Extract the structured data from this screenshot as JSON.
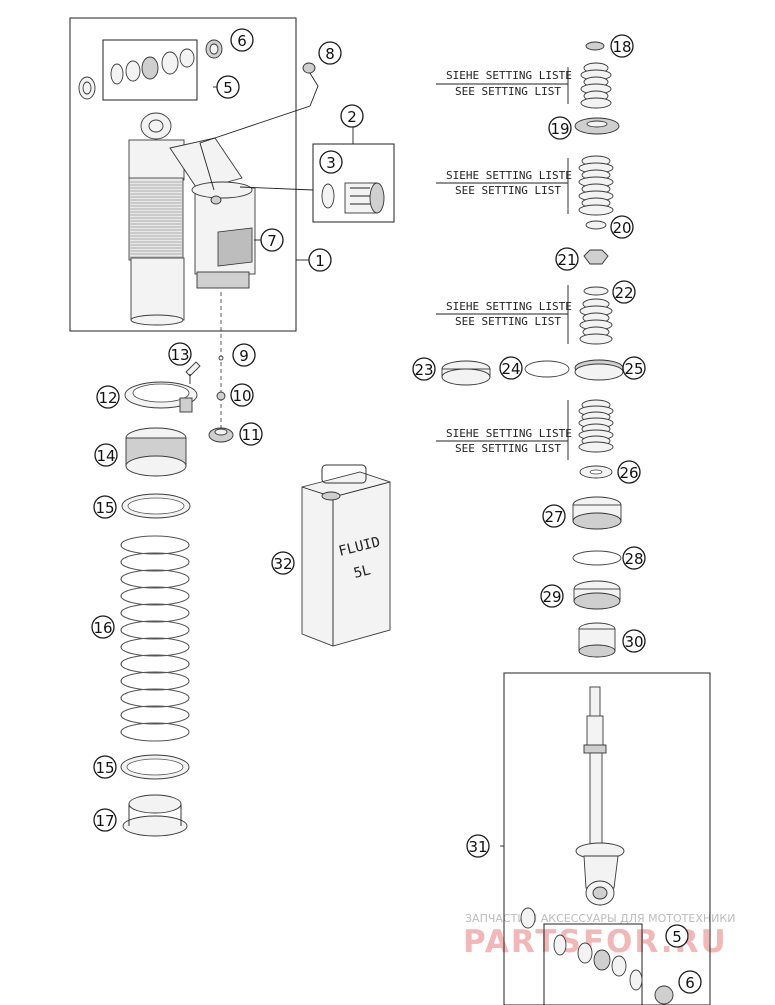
{
  "setting_note": {
    "line_de": "SIEHE SETTING LISTE",
    "line_en": "SEE SETTING LIST"
  },
  "fluid_can": {
    "line1": "FLUID",
    "line2": "5L"
  },
  "watermark": {
    "tagline": "ЗАПЧАСТИ И АКСЕССУАРЫ ДЛЯ МОТОТЕХНИКИ",
    "brand": "PARTSFOR.RU"
  },
  "callouts": [
    "1",
    "2",
    "3",
    "5",
    "6",
    "7",
    "8",
    "9",
    "10",
    "11",
    "12",
    "13",
    "14",
    "15",
    "16",
    "17",
    "18",
    "19",
    "20",
    "21",
    "22",
    "23",
    "24",
    "25",
    "26",
    "27",
    "28",
    "29",
    "30",
    "31",
    "32"
  ]
}
